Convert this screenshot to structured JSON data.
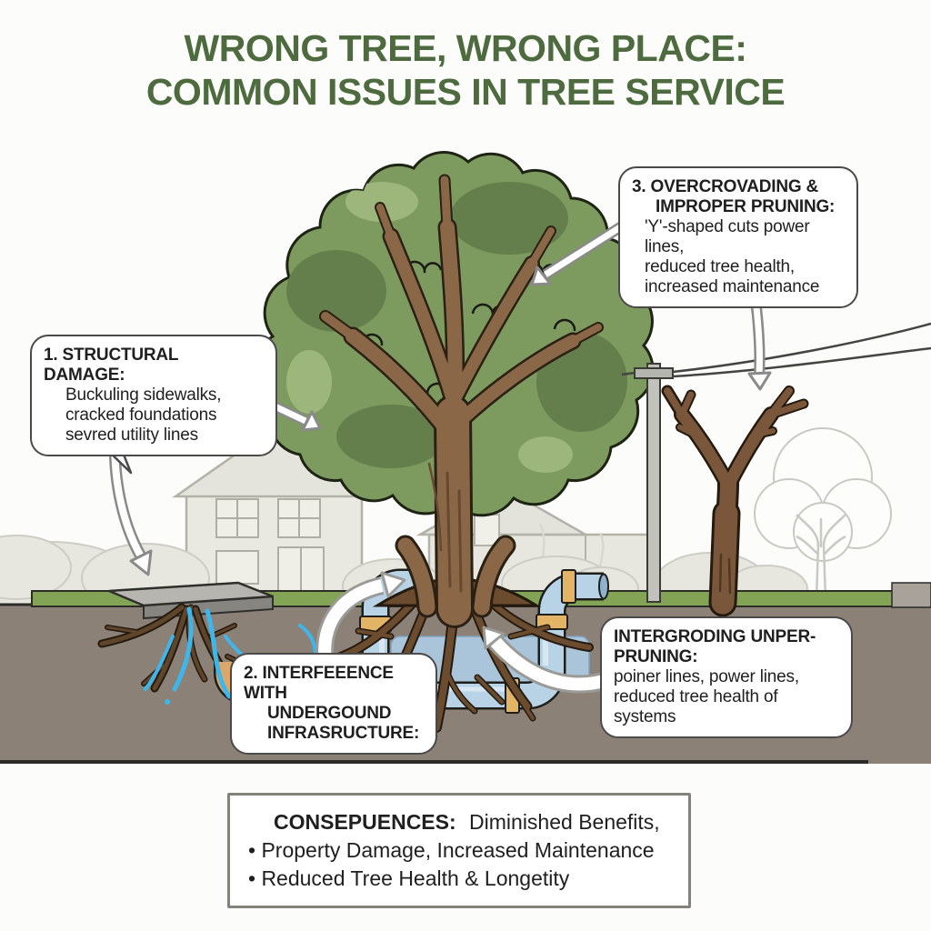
{
  "title": {
    "line1": "WRONG TREE, WRONG PLACE:",
    "line2": "COMMON ISSUES IN TREE SERVICE"
  },
  "callouts": {
    "structural": {
      "heading": "1. STRUCTURAL DAMAGE:",
      "lines": [
        "Buckuling sidewalks,",
        "cracked foundations",
        "sevred utility lines"
      ]
    },
    "underground": {
      "heading_lines": [
        "2. INTERFEEENCE WITH",
        "UNDERGOUND",
        "INFRASRUCTURE:"
      ]
    },
    "overcrowding": {
      "heading_line1": "3. OVERCROVADING &",
      "heading_line2": "IMPROPER PRUNING:",
      "lines": [
        "'Y'-shaped cuts power lines,",
        "reduced tree health,",
        "increased maintenance"
      ]
    },
    "intergroding": {
      "heading_line1": "INTERGRODING UNPER-",
      "heading_line2": "PRUNING:",
      "lines": [
        "poiner lines, power lines,",
        "reduced tree health of",
        "systems"
      ]
    }
  },
  "consequences": {
    "heading": "CONSEPUENCES:",
    "intro": "Diminished Benefits,",
    "bullets": [
      "• Property Damage, Increased Maintenance",
      "• Reduced Tree Health & Longetity"
    ]
  },
  "colors": {
    "title_green": "#4d6b3e",
    "text_dark": "#1f1f1f",
    "bubble_border": "#4a4a4a",
    "canopy_green": "#7d9a5f",
    "canopy_dark_green": "#647f4b",
    "trunk_brown": "#8a6847",
    "pruned_tree_brown": "#7a573a",
    "grass_green": "#83a455",
    "ground_taupe": "#8b8177",
    "pipe_blue": "#b9d3e6",
    "water_blue": "#3fb6ea",
    "pipe_tan": "#dba76a",
    "house_gray": "#e9e9e2"
  }
}
